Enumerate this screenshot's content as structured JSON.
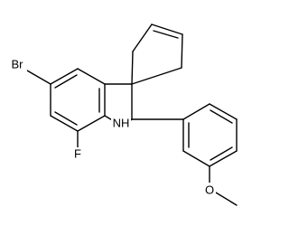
{
  "diagram": {
    "type": "skeletal-structure",
    "atoms": {
      "bromine": "Br",
      "fluorine": "F",
      "amine": "NH",
      "oxygen": "O"
    },
    "colors": {
      "bond": "#000000",
      "background": "#ffffff"
    }
  }
}
